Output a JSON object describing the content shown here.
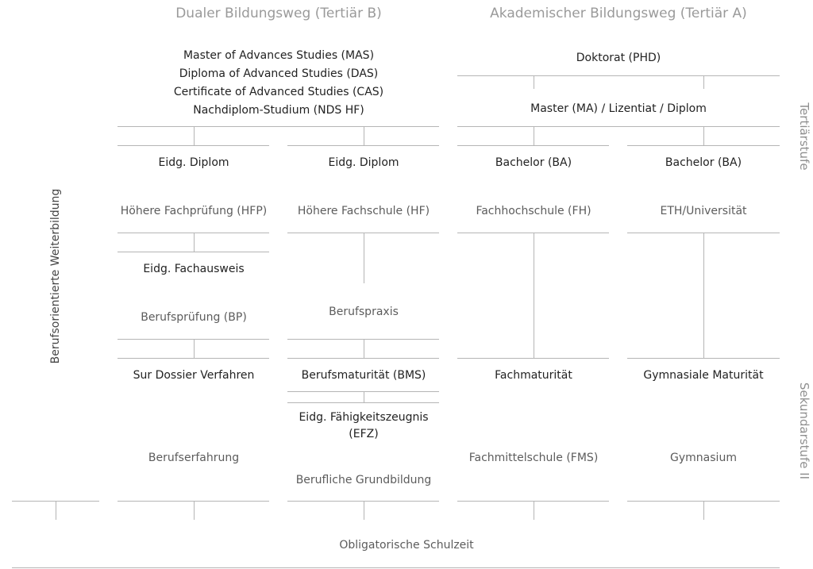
{
  "headers": {
    "dual": "Dualer Bildungsweg (Tertiär B)",
    "academic": "Akademischer Bildungsweg (Tertiär A)"
  },
  "side_labels": {
    "tertiary": "Tertiärstufe",
    "secondary": "Sekundarstufe II",
    "continuing": "Berufsorientierte Weiterbildung"
  },
  "dual": {
    "advanced": [
      "Master of Advances Studies (MAS)",
      "Diploma of Advanced Studies (DAS)",
      "Certificate of Advanced Studies (CAS)",
      "Nachdiplom-Studium (NDS HF)"
    ],
    "hfp_col": {
      "diploma": "Eidg. Diplom",
      "school": "Höhere Fachprüfung (HFP)",
      "certificate": "Eidg. Fachausweis",
      "exam": "Berufsprüfung (BP)",
      "dossier": "Sur Dossier Verfahren",
      "experience": "Berufserfahrung"
    },
    "hf_col": {
      "diploma": "Eidg. Diplom",
      "school": "Höhere Fachschule (HF)",
      "practice": "Berufspraxis",
      "bms": "Berufsmaturität (BMS)",
      "efz_line1": "Eidg. Fähigkeitszeugnis",
      "efz_line2": "(EFZ)",
      "basic": "Berufliche Grundbildung"
    }
  },
  "academic": {
    "doctorate": "Doktorat (PHD)",
    "master": "Master (MA) / Lizentiat / Diplom",
    "fh_col": {
      "bachelor": "Bachelor (BA)",
      "school": "Fachhochschule (FH)",
      "maturity": "Fachmaturität",
      "secondary": "Fachmittelschule (FMS)"
    },
    "uni_col": {
      "bachelor": "Bachelor (BA)",
      "school": "ETH/Universität",
      "maturity": "Gymnasiale Maturität",
      "secondary": "Gymnasium"
    }
  },
  "bottom": "Obligatorische Schulzeit"
}
